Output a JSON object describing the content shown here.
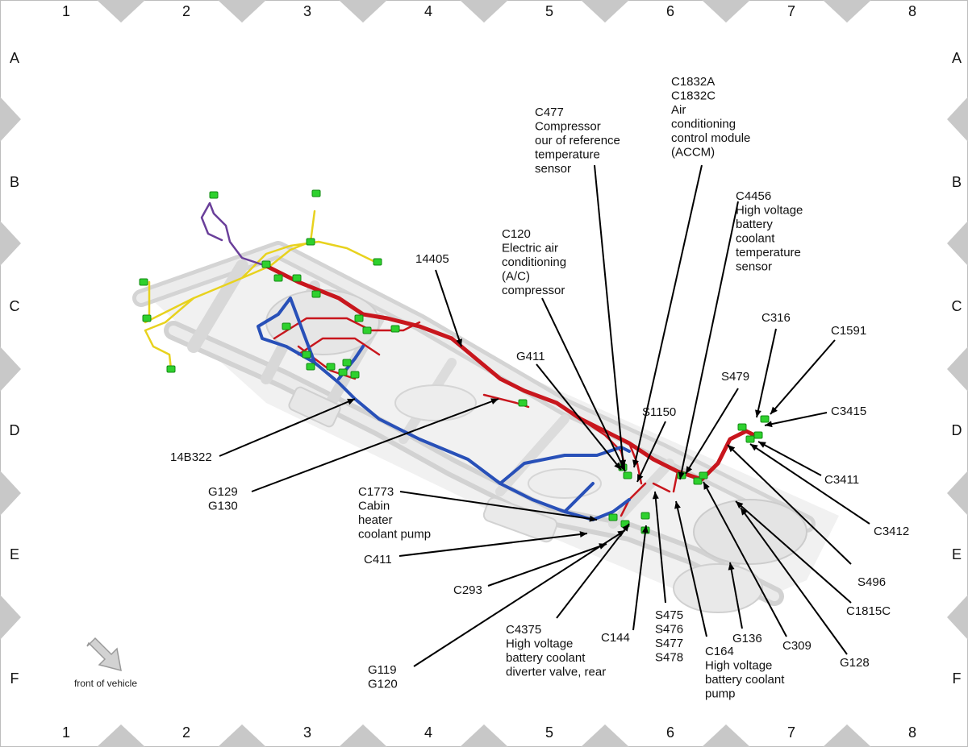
{
  "grid": {
    "columns": [
      "1",
      "2",
      "3",
      "4",
      "5",
      "6",
      "7",
      "8"
    ],
    "rows": [
      "A",
      "B",
      "C",
      "D",
      "E",
      "F"
    ]
  },
  "orientation_label": "front of vehicle",
  "callouts": [
    {
      "id": "14405",
      "lines": [
        "14405"
      ]
    },
    {
      "id": "14B322",
      "lines": [
        "14B322"
      ]
    },
    {
      "id": "G129-G130",
      "lines": [
        "G129",
        "G130"
      ]
    },
    {
      "id": "C120",
      "lines": [
        "C120",
        "Electric air",
        "conditioning",
        "(A/C)",
        "compressor"
      ]
    },
    {
      "id": "C477",
      "lines": [
        "C477",
        "Compressor",
        "our of reference",
        "temperature",
        "sensor"
      ]
    },
    {
      "id": "C1832",
      "lines": [
        "C1832A",
        "C1832C",
        "Air",
        "conditioning",
        "control module",
        "(ACCM)"
      ]
    },
    {
      "id": "C4456",
      "lines": [
        "C4456",
        "High voltage",
        "battery",
        "coolant",
        "temperature",
        "sensor"
      ]
    },
    {
      "id": "G411",
      "lines": [
        "G411"
      ]
    },
    {
      "id": "S1150",
      "lines": [
        "S1150"
      ]
    },
    {
      "id": "S479",
      "lines": [
        "S479"
      ]
    },
    {
      "id": "C316",
      "lines": [
        "C316"
      ]
    },
    {
      "id": "C1591",
      "lines": [
        "C1591"
      ]
    },
    {
      "id": "C3415",
      "lines": [
        "C3415"
      ]
    },
    {
      "id": "C3411",
      "lines": [
        "C3411"
      ]
    },
    {
      "id": "C3412",
      "lines": [
        "C3412"
      ]
    },
    {
      "id": "C1773",
      "lines": [
        "C1773",
        "Cabin",
        "heater",
        "coolant pump"
      ]
    },
    {
      "id": "C411",
      "lines": [
        "C411"
      ]
    },
    {
      "id": "C293",
      "lines": [
        "C293"
      ]
    },
    {
      "id": "C4375",
      "lines": [
        "C4375",
        "High voltage",
        "battery coolant",
        "diverter valve, rear"
      ]
    },
    {
      "id": "C144",
      "lines": [
        "C144"
      ]
    },
    {
      "id": "S475-S478",
      "lines": [
        "S475",
        "S476",
        "S477",
        "S478"
      ]
    },
    {
      "id": "C164",
      "lines": [
        "C164",
        "High voltage",
        "battery coolant",
        "pump"
      ]
    },
    {
      "id": "G136",
      "lines": [
        "G136"
      ]
    },
    {
      "id": "C309",
      "lines": [
        "C309"
      ]
    },
    {
      "id": "G128",
      "lines": [
        "G128"
      ]
    },
    {
      "id": "C1815C",
      "lines": [
        "C1815C"
      ]
    },
    {
      "id": "S496",
      "lines": [
        "S496"
      ]
    },
    {
      "id": "G119-G120",
      "lines": [
        "G119",
        "G120"
      ]
    }
  ],
  "colors": {
    "harness_red": "#c8161d",
    "harness_blue": "#2850b8",
    "harness_yellow": "#e8d21e",
    "harness_purple": "#6a3f9a",
    "connector_green": "#2ed12e",
    "frame_gray": "#dcdcdc",
    "border_gray": "#c8c8c8"
  }
}
